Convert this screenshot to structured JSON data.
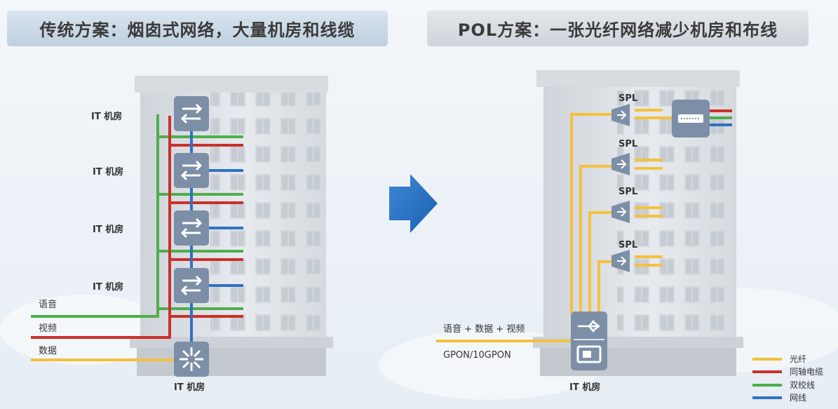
{
  "title_left": "传统方案：烟囱式网络，大量机房和线缆",
  "title_right": "POL方案：一张光纤网络减少机房和布线",
  "left": {
    "room_label": "IT 机房",
    "input_voice": "语音",
    "input_video": "视频",
    "input_data": "数据",
    "bottom_label": "IT 机房"
  },
  "right": {
    "spl_label": "SPL",
    "input_label": "语音 + 数据 + 视频",
    "gpon_label": "GPON/10GPON",
    "bottom_label": "IT 机房"
  },
  "legend": [
    {
      "label": "光纤",
      "color": "#f4c13d"
    },
    {
      "label": "同轴电缆",
      "color": "#c9312b"
    },
    {
      "label": "双绞线",
      "color": "#4fae4a"
    },
    {
      "label": "网线",
      "color": "#2f72c2"
    }
  ],
  "colors": {
    "fiber": "#f4c13d",
    "coax": "#c9312b",
    "twisted": "#4fae4a",
    "network": "#2f72c2",
    "device": "#7d8fa6"
  }
}
